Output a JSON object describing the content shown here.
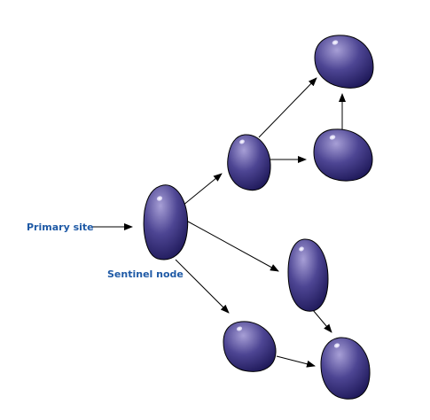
{
  "labels": {
    "primary_site": "Primary site",
    "sentinel_node": "Sentinel node"
  },
  "colors": {
    "node_light": "#a79fd6",
    "node_mid": "#4d4593",
    "node_dark": "#16114f",
    "arrow": "#000000",
    "label_text": "#1f5aa6"
  },
  "nodes": [
    {
      "id": "sentinel",
      "role": "sentinel node"
    },
    {
      "id": "upper-mid",
      "role": "lymph node"
    },
    {
      "id": "upper-right",
      "role": "lymph node"
    },
    {
      "id": "top-right",
      "role": "lymph node"
    },
    {
      "id": "lower-mid",
      "role": "lymph node"
    },
    {
      "id": "bottom-left",
      "role": "lymph node"
    },
    {
      "id": "bottom-right",
      "role": "lymph node"
    }
  ],
  "edges": [
    {
      "from": "primary-site",
      "to": "sentinel"
    },
    {
      "from": "sentinel",
      "to": "upper-mid"
    },
    {
      "from": "sentinel",
      "to": "lower-mid"
    },
    {
      "from": "sentinel",
      "to": "bottom-left"
    },
    {
      "from": "upper-mid",
      "to": "top-right"
    },
    {
      "from": "upper-mid",
      "to": "upper-right"
    },
    {
      "from": "upper-right",
      "to": "top-right"
    },
    {
      "from": "lower-mid",
      "to": "bottom-right"
    },
    {
      "from": "bottom-left",
      "to": "bottom-right"
    }
  ]
}
